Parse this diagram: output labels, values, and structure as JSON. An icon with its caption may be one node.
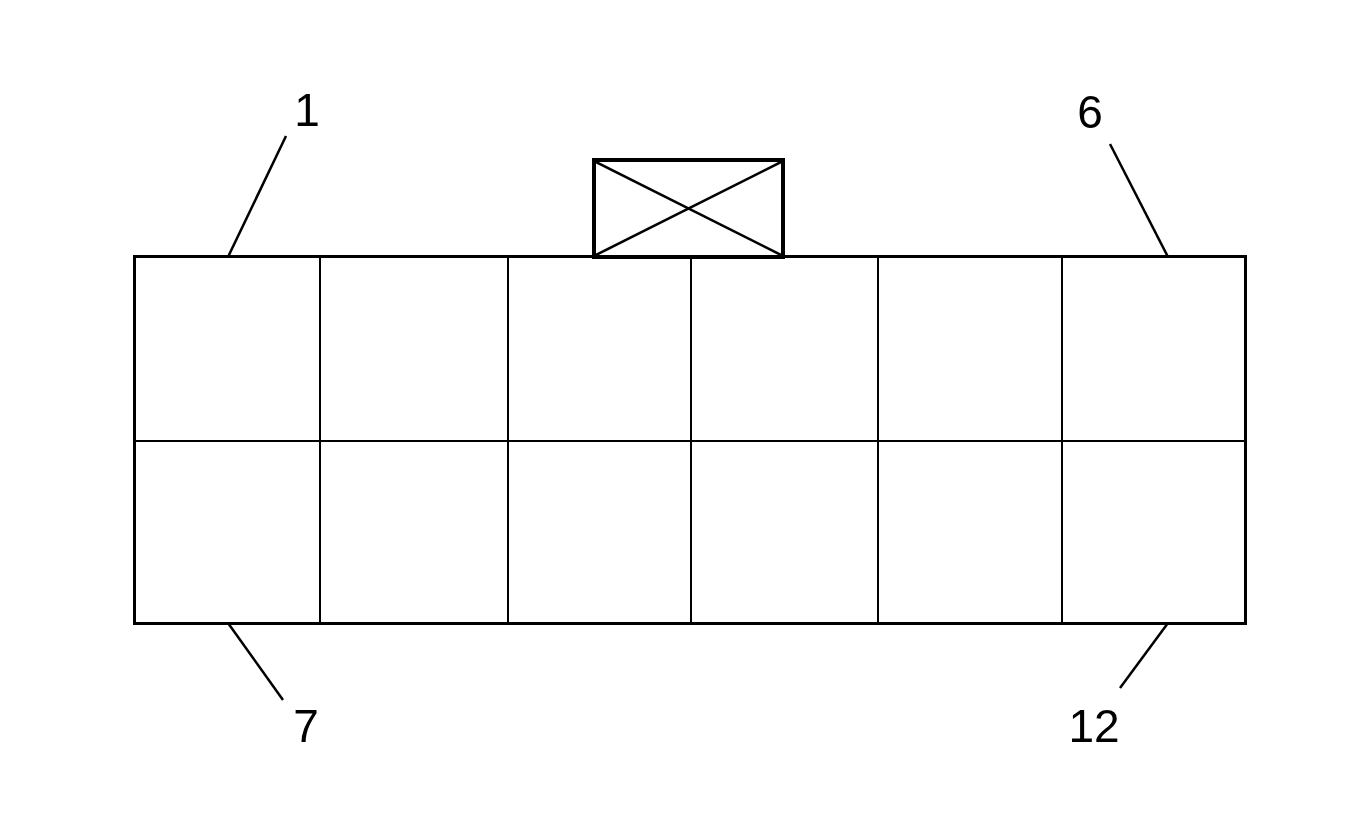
{
  "diagram": {
    "nodes": [
      {
        "text": [],
        "shape": "box"
      },
      {
        "text": [],
        "shape": "box",
        "in": 0
      },
      {
        "text": [],
        "shape": "box",
        "in": 0
      },
      {
        "text": [],
        "shape": "box",
        "in": 0
      },
      {
        "text": [],
        "shape": "box",
        "in": 0
      },
      {
        "text": [],
        "shape": "box",
        "in": 0
      },
      {
        "text": [],
        "shape": "box",
        "in": 0
      },
      {
        "text": [],
        "shape": "box",
        "in": 0
      },
      {
        "text": [],
        "shape": "box",
        "in": 0
      },
      {
        "text": [],
        "shape": "box",
        "in": 0
      },
      {
        "text": [],
        "shape": "box",
        "in": 0
      },
      {
        "text": [],
        "shape": "box",
        "in": 0
      },
      {
        "text": [],
        "shape": "box",
        "in": 0
      },
      {
        "text": [],
        "shape": "box"
      },
      {
        "text": [
          "1"
        ]
      },
      {
        "text": [
          "6"
        ]
      },
      {
        "text": [
          "7"
        ]
      },
      {
        "text": [
          "12"
        ]
      }
    ],
    "edges": [
      {
        "from": 14,
        "to": 1,
        "arrow": "none"
      },
      {
        "from": 15,
        "to": 6,
        "arrow": "none"
      },
      {
        "from": 16,
        "to": 7,
        "arrow": "none"
      },
      {
        "from": 17,
        "to": 12,
        "arrow": "none"
      }
    ]
  }
}
